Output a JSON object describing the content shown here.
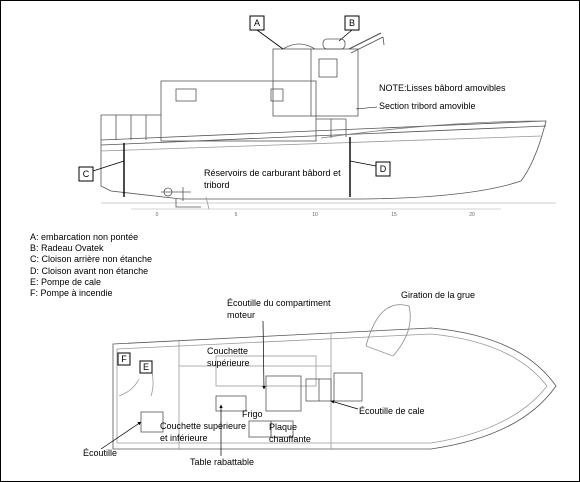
{
  "side_view": {
    "markers": {
      "a": "A",
      "b": "B",
      "c": "C",
      "d": "D"
    },
    "notes": {
      "note": "NOTE:Lisses bâbord amovibles",
      "section": "Section tribord amovible",
      "reservoirs_line1": "Réservoirs de carburant bâbord et",
      "reservoirs_line2": "tribord"
    },
    "scale_ticks": [
      "0",
      "5",
      "10",
      "15",
      "20"
    ]
  },
  "legend": [
    "A: embarcation non pontée",
    "B: Radeau Ovatek",
    "C: Cloison arrière non étanche",
    "D: Cloison avant non étanche",
    "E: Pompe de cale",
    "F: Pompe à incendie"
  ],
  "plan_view": {
    "markers": {
      "e": "E",
      "f": "F"
    },
    "labels": {
      "giration": "Giration de la grue",
      "ecoutille_moteur_1": "Écoutille du compartiment",
      "ecoutille_moteur_2": "moteur",
      "couchette_sup_1": "Couchette",
      "couchette_sup_2": "supérieure",
      "ecoutille_cale": "Écoutille de cale",
      "frigo": "Frigo",
      "plaque_1": "Plaque",
      "plaque_2": "chauffante",
      "couchette_inf_1": "Couchette supérieure",
      "couchette_inf_2": "et inférieure",
      "ecoutille": "Écoutille",
      "table": "Table rabattable"
    }
  }
}
